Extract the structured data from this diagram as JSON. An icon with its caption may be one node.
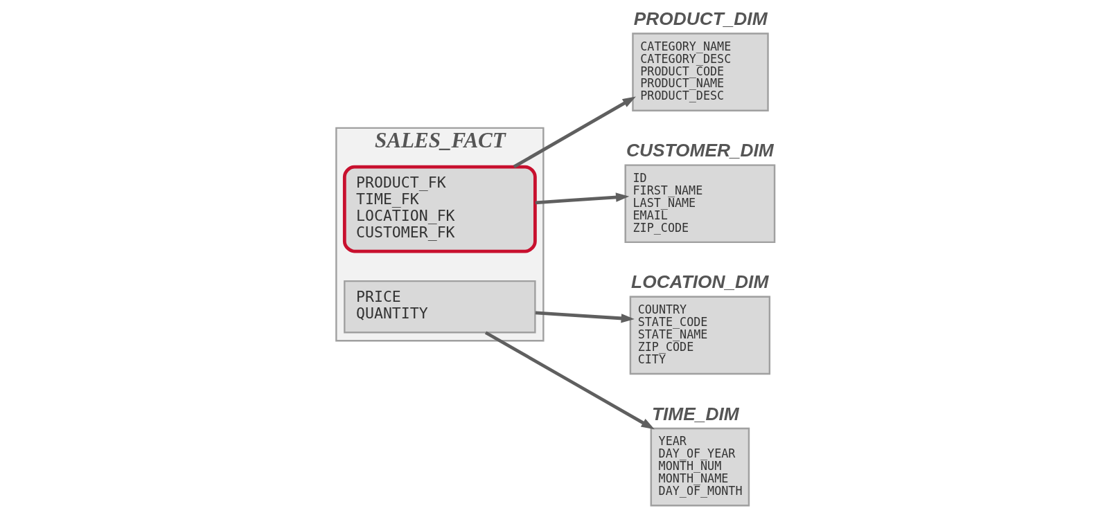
{
  "diagram": {
    "nodes": [
      {
        "text": [
          "PRODUCT_DIM",
          "CATEGORY_NAME",
          "CATEGORY_DESC",
          "PRODUCT_CODE",
          "PRODUCT_NAME",
          "PRODUCT_DESC"
        ]
      },
      {
        "text": [
          "CUSTOMER_DIM",
          "ID",
          "FIRST_NAME",
          "LAST_NAME",
          "EMAIL",
          "ZIP_CODE"
        ]
      },
      {
        "text": [
          "SALES_FACT"
        ]
      },
      {
        "text": [
          "PRODUCT_FK",
          "TIME_FK",
          "LOCATION_FK",
          "CUSTOMER_FK"
        ],
        "in": 2
      },
      {
        "text": [
          "LOCATION_DIM",
          "COUNTRY",
          "STATE_CODE",
          "STATE_NAME",
          "ZIP_CODE",
          "CITY"
        ]
      },
      {
        "text": [
          "TIME_DIM",
          "YEAR",
          "DAY_OF_YEAR",
          "MONTH_NUM",
          "MONTH_NAME",
          "DAY_OF_MONTH"
        ]
      },
      {
        "text": [
          "PRICE",
          "QUANTITY"
        ],
        "in": 2
      }
    ],
    "edges": [
      {
        "from": 3,
        "to": 0,
        "arrow": "to"
      },
      {
        "from": 3,
        "to": 1,
        "arrow": "to"
      },
      {
        "from": 6,
        "to": 4,
        "arrow": "to"
      },
      {
        "from": 6,
        "to": 5,
        "arrow": "to"
      }
    ]
  }
}
